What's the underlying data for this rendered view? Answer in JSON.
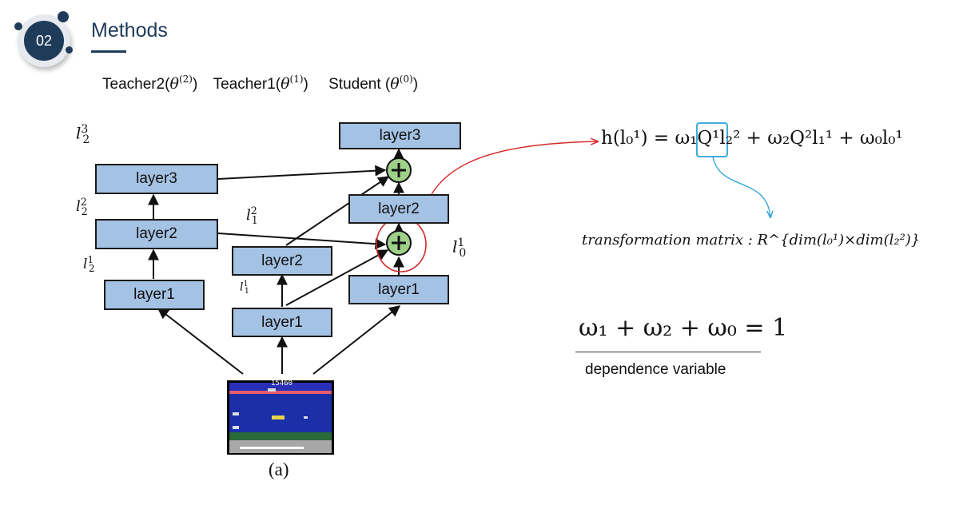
{
  "section": {
    "number": "02",
    "title": "Methods"
  },
  "header": {
    "teacher2": {
      "name": "Teacher2(",
      "param": "θ",
      "sup": "(2)",
      "close": ")"
    },
    "teacher1": {
      "name": "Teacher1(",
      "param": "θ",
      "sup": "(1)",
      "close": ")"
    },
    "student": {
      "name": "Student (",
      "param": "θ",
      "sup": "(0)",
      "close": ")"
    }
  },
  "diagram": {
    "teacher2_layers": [
      "layer3",
      "layer2",
      "layer1"
    ],
    "teacher1_layers": [
      "layer2",
      "layer1"
    ],
    "student_layers": [
      "layer3",
      "layer2",
      "layer1"
    ],
    "labels": {
      "l2_3": {
        "base": "l",
        "sub": "2",
        "sup": "3"
      },
      "l2_2": {
        "base": "l",
        "sub": "2",
        "sup": "2"
      },
      "l2_1": {
        "base": "l",
        "sub": "2",
        "sup": "1"
      },
      "l1_2": {
        "base": "l",
        "sub": "1",
        "sup": "2"
      },
      "l1_1": {
        "base": "l",
        "sub": "1",
        "sup": "1"
      },
      "l0_1": {
        "base": "l",
        "sub": "0",
        "sup": "1"
      }
    },
    "game_score": "15460",
    "caption": "(a)"
  },
  "formulas": {
    "h_equation": "h(l₀¹) = ω₁Q¹l₂² + ω₂Q²l₁¹ + ω₀l₀¹",
    "transformation": "transformation matrix : R^{dim(l₀¹)×dim(l₂²)}",
    "weights_sum": "ω₁ + ω₂ + ω₀ = 1",
    "weights_caption": "dependence variable"
  },
  "colors": {
    "navy": "#1f3b5a",
    "layer_fill": "#a4c2e3",
    "plus_fill": "#9fd08a",
    "highlight_red": "#d42a2a",
    "highlight_blue": "#2aa3d9"
  }
}
